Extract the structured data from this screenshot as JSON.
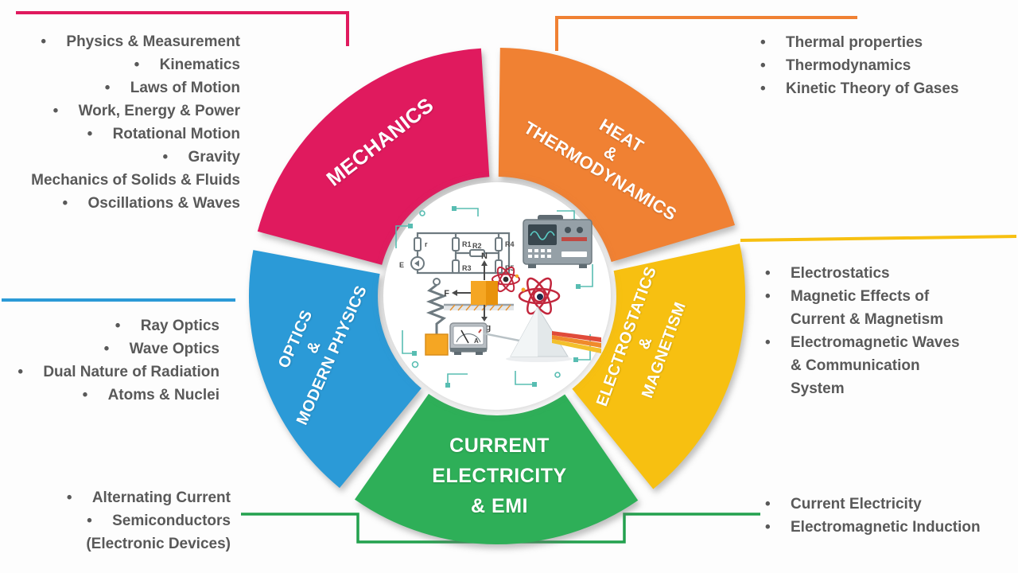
{
  "colors": {
    "mechanics": "#E01A5E",
    "heat": "#F08133",
    "electrostatics": "#F7C011",
    "current": "#2EAF58",
    "optics": "#2B9AD7",
    "green_line": "#23A14E",
    "teal": "#58BDB2",
    "list_text": "#595959"
  },
  "segments": {
    "mechanics": {
      "label": "MECHANICS"
    },
    "heat": {
      "line1": "HEAT",
      "line2": "&",
      "line3": "THERMODYNAMICS"
    },
    "electrostatics": {
      "line1": "ELECTROSTATICS",
      "line2": "&",
      "line3": "MAGNETISM"
    },
    "current": {
      "line1": "CURRENT",
      "line2": "ELECTRICITY",
      "line3": "& EMI"
    },
    "optics": {
      "line1": "OPTICS",
      "line2": "&",
      "line3": "MODERN PHYSICS"
    }
  },
  "topics": {
    "mechanics": [
      "Physics & Measurement",
      "Kinematics",
      "Laws of Motion",
      "Work, Energy & Power",
      "Rotational Motion",
      "Gravity",
      "Mechanics of Solids & Fluids",
      "Oscillations & Waves"
    ],
    "heat": [
      "Thermal properties",
      "Thermodynamics",
      "Kinetic Theory of Gases"
    ],
    "electrostatics": [
      "Electrostatics",
      "Magnetic Effects of",
      "Current & Magnetism",
      "Electromagnetic Waves",
      "& Communication",
      "System"
    ],
    "current_right": [
      "Current Electricity",
      "Electromagnetic Induction"
    ],
    "current_left": [
      "Alternating Current",
      "Semiconductors",
      "(Electronic Devices)"
    ],
    "optics": [
      "Ray Optics",
      "Wave Optics",
      "Dual Nature of Radiation",
      "Atoms & Nuclei"
    ]
  },
  "center": {
    "e": "E",
    "r": "r",
    "r1": "R1",
    "r2": "R2",
    "r3": "R3",
    "r4": "R4",
    "r5": "R5",
    "n": "N",
    "f": "F",
    "mg": "mg",
    "a": "A"
  }
}
